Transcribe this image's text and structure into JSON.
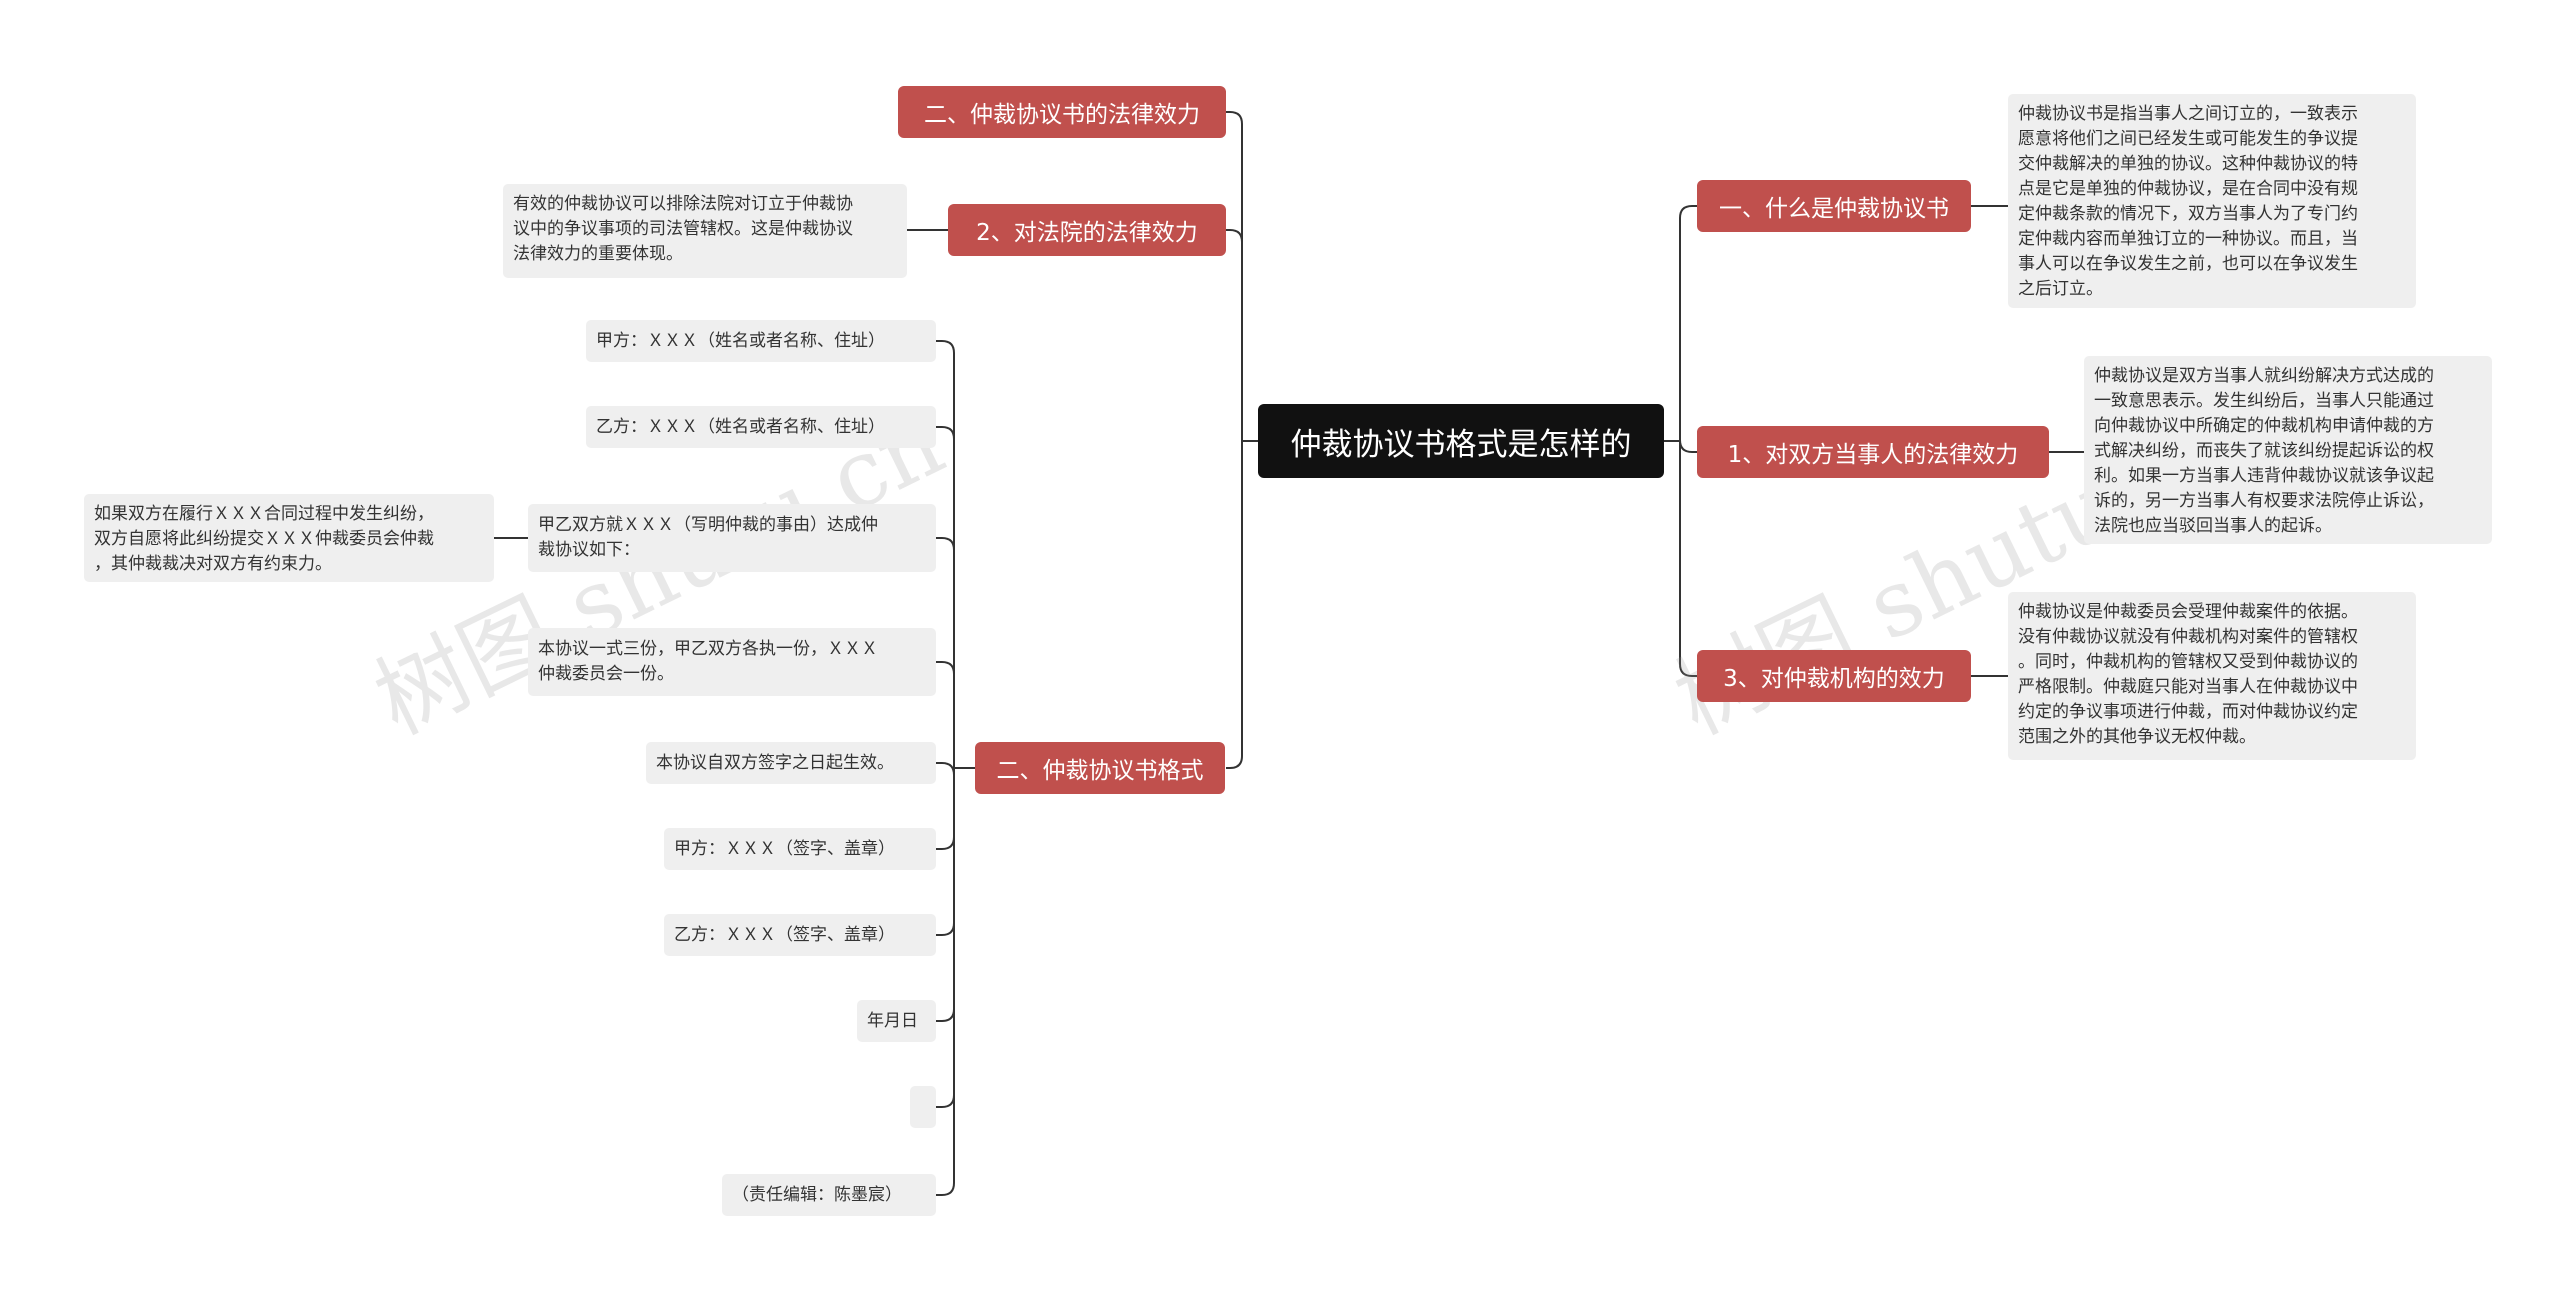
{
  "watermark": "树图 shutu.cn",
  "root": {
    "label": "仲裁协议书格式是怎样的"
  },
  "right": [
    {
      "label": "一、什么是仲裁协议书",
      "note": "仲裁协议书是指当事人之间订立的，一致表示\n愿意将他们之间已经发生或可能发生的争议提\n交仲裁解决的单独的协议。这种仲裁协议的特\n点是它是单独的仲裁协议，是在合同中没有规\n定仲裁条款的情况下，双方当事人为了专门约\n定仲裁内容而单独订立的一种协议。而且，当\n事人可以在争议发生之前，也可以在争议发生\n之后订立。"
    },
    {
      "label": "1、对双方当事人的法律效力",
      "note": "仲裁协议是双方当事人就纠纷解决方式达成的\n一致意思表示。发生纠纷后，当事人只能通过\n向仲裁协议中所确定的仲裁机构申请仲裁的方\n式解决纠纷，而丧失了就该纠纷提起诉讼的权\n利。如果一方当事人违背仲裁协议就该争议起\n诉的，另一方当事人有权要求法院停止诉讼，\n法院也应当驳回当事人的起诉。"
    },
    {
      "label": "3、对仲裁机构的效力",
      "note": "仲裁协议是仲裁委员会受理仲裁案件的依据。\n没有仲裁协议就没有仲裁机构对案件的管辖权\n。同时，仲裁机构的管辖权又受到仲裁协议的\n严格限制。仲裁庭只能对当事人在仲裁协议中\n约定的争议事项进行仲裁，而对仲裁协议约定\n范围之外的其他争议无权仲裁。"
    }
  ],
  "left": [
    {
      "label": "二、仲裁协议书的法律效力"
    },
    {
      "label": "2、对法院的法律效力",
      "note": "有效的仲裁协议可以排除法院对订立于仲裁协\n议中的争议事项的司法管辖权。这是仲裁协议\n法律效力的重要体现。"
    },
    {
      "label": "二、仲裁协议书格式",
      "children": [
        {
          "text": "甲方：ＸＸＸ（姓名或者名称、住址）"
        },
        {
          "text": "乙方：ＸＸＸ（姓名或者名称、住址）"
        },
        {
          "text": "甲乙双方就ＸＸＸ（写明仲裁的事由）达成仲\n裁协议如下：",
          "note": "如果双方在履行ＸＸＸ合同过程中发生纠纷，\n双方自愿将此纠纷提交ＸＸＸ仲裁委员会仲裁\n，其仲裁裁决对双方有约束力。"
        },
        {
          "text": "本协议一式三份，甲乙双方各执一份，ＸＸＸ\n仲裁委员会一份。"
        },
        {
          "text": "本协议自双方签字之日起生效。"
        },
        {
          "text": "甲方：ＸＸＸ（签字、盖章）"
        },
        {
          "text": "乙方：ＸＸＸ（签字、盖章）"
        },
        {
          "text": "年月日"
        },
        {
          "text": ""
        },
        {
          "text": "（责任编辑：陈墨宸）"
        }
      ]
    }
  ],
  "colors": {
    "topic": "#c0504d",
    "root": "#111111",
    "note": "#efefef",
    "line": "#333333"
  }
}
